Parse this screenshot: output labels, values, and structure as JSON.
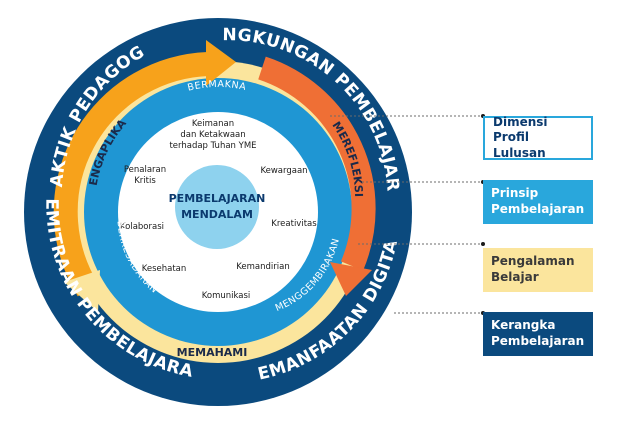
{
  "center": {
    "line1": "PEMBELAJARAN",
    "line2": "MENDALAM"
  },
  "dimensi": [
    [
      "Keimanan",
      "dan Ketakwaan",
      "terhadap Tuhan YME"
    ],
    [
      "Kewargaan"
    ],
    [
      "Penalaran",
      "Kritis"
    ],
    [
      "Kreativitas"
    ],
    [
      "Kolaborasi"
    ],
    [
      "Kemandirian"
    ],
    [
      "Kesehatan"
    ],
    [
      "Komunikasi"
    ]
  ],
  "prinsip": {
    "bermakna": "BERMAKNA",
    "berkesadaran": "BERKESADARAN",
    "menggembirakan": "MENGGEMBIRAKAN"
  },
  "pengalaman": {
    "mengaplikasi": "MENGAPLIKASI",
    "merefleksi": "MEREFLEKSI",
    "memahami": "MEMAHAMI"
  },
  "kerangka": {
    "praktik": "PRAKTIK PEDAGOGIS",
    "lingkungan": "LINGKUNGAN PEMBELAJARAN",
    "kemitraan": "KEMITRAAN PEMBELAJARAN",
    "pemanfaatan": "PEMANFAATAN DIGITAL"
  },
  "legend": {
    "dimensi": [
      "Dimensi",
      "Profil Lulusan"
    ],
    "prinsip": [
      "Prinsip",
      "Pembelajaran"
    ],
    "pengalaman": [
      "Pengalaman",
      "Belajar"
    ],
    "kerangka": [
      "Kerangka",
      "Pembelajaran"
    ]
  },
  "colors": {
    "outer_ring": "#0b4a7e",
    "yellow_band": "#fbe59d",
    "orange": "#f7a21b",
    "orange_red": "#ef6f35",
    "blue_ring": "#1f96d3",
    "center_circle": "#8ed2ee",
    "legend_dimensi_border": "#29a7dc",
    "legend_prinsip": "#29a7dc",
    "legend_pengalaman": "#fbe59d",
    "legend_kerangka": "#0b4a7e"
  }
}
